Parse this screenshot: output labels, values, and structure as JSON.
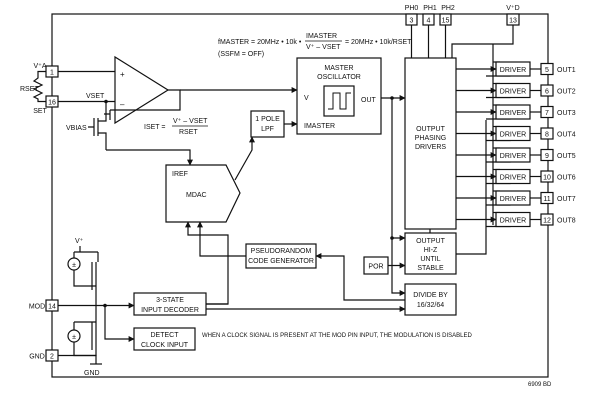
{
  "pins": {
    "ph0": {
      "label": "PH0",
      "num": "3"
    },
    "ph1": {
      "label": "PH1",
      "num": "4"
    },
    "ph2": {
      "label": "PH2",
      "num": "15"
    },
    "vd": {
      "label": "V⁺D",
      "num": "13"
    },
    "va": {
      "label": "V⁺A",
      "num": "1"
    },
    "set": {
      "label": "SET",
      "num": "16"
    },
    "mod": {
      "label": "MOD",
      "num": "14"
    },
    "gnd": {
      "label": "GND",
      "num": "2"
    }
  },
  "outputs": [
    {
      "num": "5",
      "label": "OUT1"
    },
    {
      "num": "6",
      "label": "OUT2"
    },
    {
      "num": "7",
      "label": "OUT3"
    },
    {
      "num": "8",
      "label": "OUT4"
    },
    {
      "num": "9",
      "label": "OUT5"
    },
    {
      "num": "10",
      "label": "OUT6"
    },
    {
      "num": "11",
      "label": "OUT7"
    },
    {
      "num": "12",
      "label": "OUT8"
    }
  ],
  "driver_label": "DRIVER",
  "labels": {
    "rset": "RSET",
    "vset": "VSET",
    "vbias": "VBIAS",
    "iset_lhs": "ISET =",
    "iset_num": "V⁺ – VSET",
    "iset_den": "RSET",
    "formula_main": "fMASTER = 20MHz • 10k •",
    "formula_num": "IMASTER",
    "formula_den": "V⁺ – VSET",
    "formula_rhs": "= 20MHz • 10k/RSET",
    "formula_note": "(SSFM = OFF)",
    "osc_v": "V",
    "osc_out": "OUT",
    "osc_imaster": "IMASTER",
    "iref": "IREF",
    "vplus": "V⁺",
    "gnd_bottom": "GND",
    "plus": "+",
    "minus": "–",
    "note": "WHEN A CLOCK SIGNAL IS PRESENT AT THE MOD PIN INPUT, THE MODULATION IS DISABLED",
    "fig_id": "6909 BD"
  },
  "blocks": {
    "master_osc_1": "MASTER",
    "master_osc_2": "OSCILLATOR",
    "lpf_1": "1 POLE",
    "lpf_2": "LPF",
    "mdac": "MDAC",
    "phasing_1": "OUTPUT",
    "phasing_2": "PHASING",
    "phasing_3": "DRIVERS",
    "hiz_1": "OUTPUT",
    "hiz_2": "HI-Z",
    "hiz_3": "UNTIL",
    "hiz_4": "STABLE",
    "por": "POR",
    "divide_1": "DIVIDE BY",
    "divide_2": "16/32/64",
    "prng_1": "PSEUDORANDOM",
    "prng_2": "CODE GENERATOR",
    "tristate_1": "3-STATE",
    "tristate_2": "INPUT DECODER",
    "detect_1": "DETECT",
    "detect_2": "CLOCK INPUT"
  }
}
